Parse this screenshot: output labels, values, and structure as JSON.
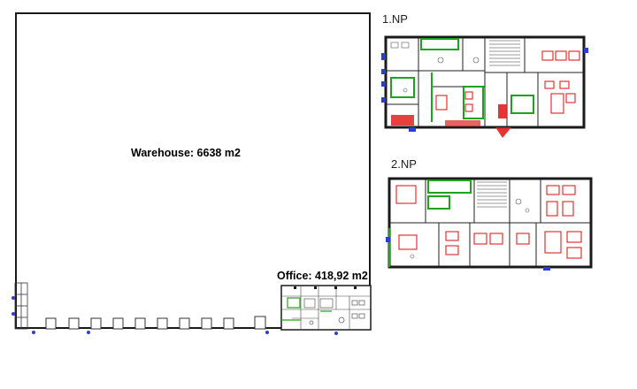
{
  "warehouse": {
    "label": "Warehouse: 6638 m2"
  },
  "office": {
    "label": "Office: 418,92 m2"
  },
  "floorplans": [
    {
      "title": "1.NP"
    },
    {
      "title": "2.NP"
    }
  ],
  "colors": {
    "wall": "#1a1a1a",
    "furniture": "#e02020",
    "partition": "#1fa31f",
    "door": "#2a3fd0"
  }
}
